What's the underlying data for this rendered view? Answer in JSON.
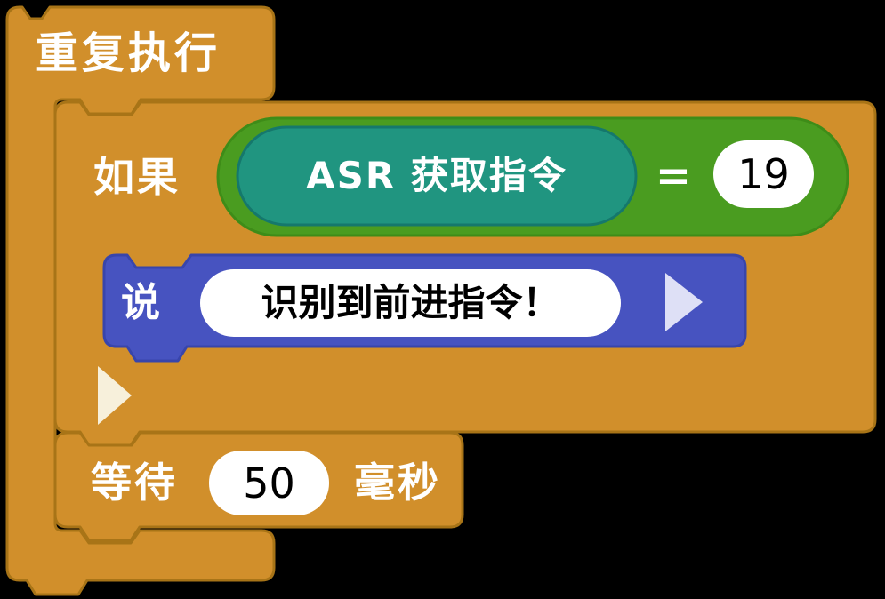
{
  "colors": {
    "background": "#000000",
    "orange_fill": "#D18F2B",
    "orange_stroke": "#A87417",
    "green_fill": "#4A9C20",
    "green_stroke": "#3E8C18",
    "teal_fill": "#209580",
    "teal_stroke": "#15786C",
    "blue_fill": "#4753C0",
    "blue_stroke": "#3845AB",
    "input_fill": "#FFFFFF",
    "light_triangle": "#DEE0F6",
    "cream_triangle": "#F7F0DB",
    "label_text": "#FFFFFF",
    "value_text": "#000000"
  },
  "blocks": {
    "repeat": {
      "label": "重复执行"
    },
    "if": {
      "label": "如果"
    },
    "condition": {
      "reporter_label": "ASR 获取指令",
      "operator": "=",
      "value": "19"
    },
    "say": {
      "label": "说",
      "text": "识别到前进指令！"
    },
    "wait": {
      "label_prefix": "等待",
      "value": "50",
      "label_suffix": "毫秒"
    }
  }
}
